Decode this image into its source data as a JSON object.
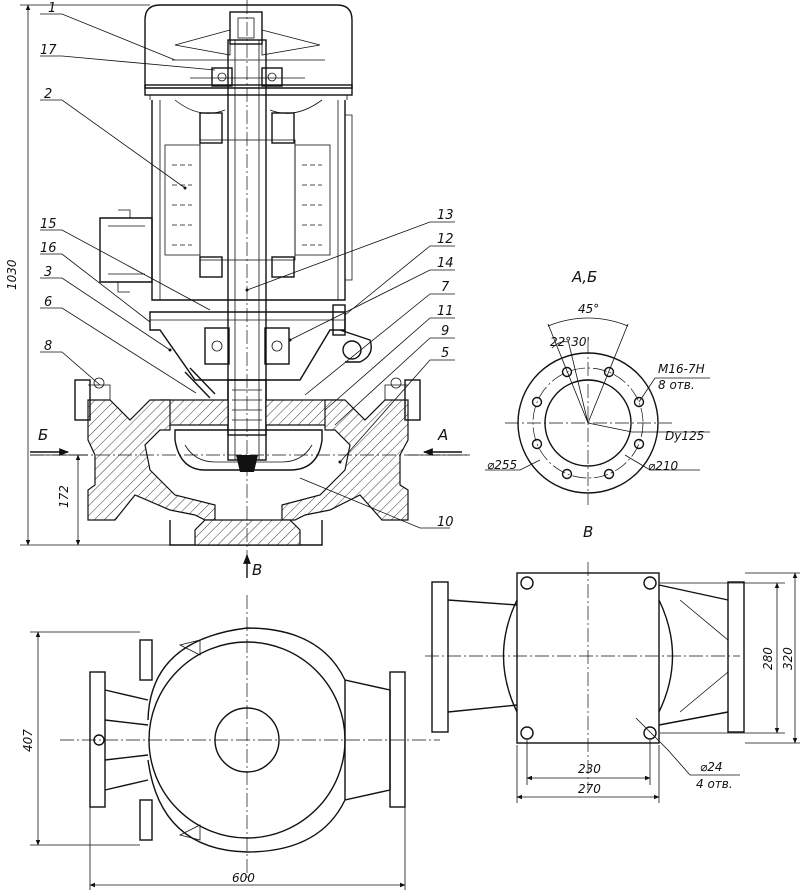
{
  "callouts": {
    "p1": "1",
    "p17": "17",
    "p2": "2",
    "p15": "15",
    "p16": "16",
    "p3": "3",
    "p6": "6",
    "p8": "8",
    "p13": "13",
    "p12": "12",
    "p14": "14",
    "p7": "7",
    "p11": "11",
    "p9": "9",
    "p5": "5",
    "p10": "10"
  },
  "section_arrows": {
    "left": "Б",
    "right": "А",
    "bottom": "В"
  },
  "main_view": {
    "height_dim": "1030",
    "inlet_height_dim": "172"
  },
  "flange_view": {
    "title": "А,Б",
    "angle_45": "45°",
    "angle_22": "22°30'",
    "thread": "M16-7H",
    "holes": "8 отв.",
    "nominal_dia": "Dy125",
    "bolt_circle": "⌀210",
    "outer_dia": "⌀255"
  },
  "plan_view": {
    "width_dim": "407",
    "length_dim": "600"
  },
  "base_view": {
    "title": "В",
    "inner_width": "230",
    "outer_width": "270",
    "inner_height": "280",
    "outer_height": "320",
    "hole_dia": "⌀24",
    "hole_count": "4 отв."
  }
}
